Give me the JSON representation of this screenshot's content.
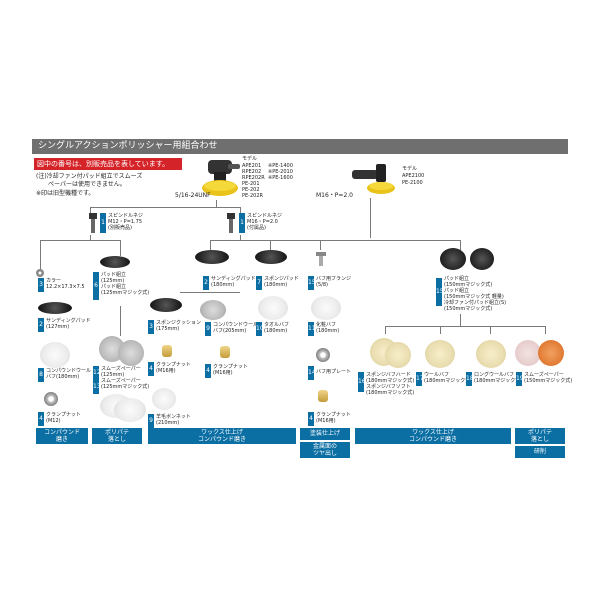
{
  "header": {
    "title": "シングルアクションポリッシャー用組合わせ",
    "red_note": "図中の番号は、別販売品を表しています。",
    "note1": "(注)冷却ファン付パッド組立でスムーズ",
    "note2": "ペーパーは使用できません。",
    "note3": "※印は旧型機種です。"
  },
  "models_left": {
    "label": "モデル",
    "col1": [
      "APE201",
      "RPE202",
      "RPE202R",
      "PE-201",
      "PE-202",
      "PE-202R"
    ],
    "col2": [
      "※PE-1400",
      "※PE-2010",
      "※PE-1600"
    ],
    "thread": "5/16-24UNF"
  },
  "models_right": {
    "label": "モデル",
    "list": [
      "APE2100",
      "PE-2100"
    ],
    "thread": "M16・P=2.0"
  },
  "spindle_left": {
    "num": "1",
    "title": "スピンドルネジ",
    "line2": "M12・P=1.75",
    "line3": "(別販売品)"
  },
  "spindle_right": {
    "num": "1",
    "title": "スピンドルネジ",
    "line2": "M16・P=2.0",
    "line3": "(付属品)"
  },
  "items": {
    "collar": {
      "num": "3",
      "l1": "カラー",
      "l2": "12.2×17.3×7.5"
    },
    "sanding_127": {
      "num": "2",
      "l1": "サンディングパッド",
      "l2": "(127mm)"
    },
    "compound_wool_180": {
      "num": "8",
      "l1": "コンパウンドウール",
      "l2": "バフ(180mm)"
    },
    "clamp_m12": {
      "num": "4",
      "l1": "クランプナット",
      "l2": "(M12)"
    },
    "pad_125": {
      "num": "6",
      "l1": "パッド組立",
      "l2": "(125mm)",
      "l3": "パッド組立",
      "l4": "(125mmマジック式)"
    },
    "smooth_paper_125": {
      "num": "12",
      "l1": "スムーズペーパー",
      "l2": "(125mm)",
      "l3": "スムーズペーパー",
      "l4": "(125mmマジック式)",
      "num2": "13"
    },
    "sanding_180": {
      "num": "2",
      "l1": "サンディングパッド",
      "l2": "(180mm)"
    },
    "sponge_cushion": {
      "num": "3",
      "l1": "スポンジクッション",
      "l2": "(175mm)"
    },
    "clamp_m16_a": {
      "num": "4",
      "l1": "クランプナット",
      "l2": "(M16用)"
    },
    "wool_bonnet": {
      "num": "9",
      "l1": "羊毛ボンネット",
      "l2": "(210mm)"
    },
    "sponge_pad": {
      "num": "7",
      "l1": "スポンジパッド",
      "l2": "(180mm)"
    },
    "compound_wool_205": {
      "num": "9",
      "l1": "コンパウンドウール",
      "l2": "バフ(205mm)"
    },
    "clamp_m16_b": {
      "num": "4",
      "l1": "クランプナット",
      "l2": "(M16用)"
    },
    "towel_buff": {
      "num": "10",
      "l1": "タオルバフ",
      "l2": "(180mm)"
    },
    "buff_flange": {
      "num": "15",
      "l1": "バフ用フランジ",
      "l2": "(5/8)"
    },
    "felt_buff": {
      "num": "11",
      "l1": "化粧バフ",
      "l2": "(180mm)"
    },
    "buff_plate": {
      "num": "14",
      "l1": "バフ用プレート"
    },
    "clamp_m16_c": {
      "num": "4",
      "l1": "クランプナット",
      "l2": "(M16用)"
    },
    "pad_150": {
      "num": "15",
      "l1": "パッド組立",
      "l2": "(150mmマジック式)",
      "l3": "パッド組立",
      "l4": "(150mmマジック式 軽量)",
      "l5": "冷却ファン付パッド組立(S)",
      "l6": "(150mmマジック式)"
    },
    "sponge_buff_hard": {
      "num": "16",
      "l1": "スポンジバフハード",
      "l2": "(180mmマジック式)",
      "l3": "スポンジバフソフト",
      "l4": "(180mmマジック式)"
    },
    "wool_buff": {
      "num": "17",
      "l1": "ウールバフ",
      "l2": "(180mmマジック式)"
    },
    "long_wool_buff": {
      "num": "18",
      "l1": "ロングウールバフ",
      "l2": "(180mmマジック式)"
    },
    "smooth_paper_150": {
      "num": "19",
      "l1": "スムーズペーパー",
      "l2": "(150mmマジック式)"
    }
  },
  "categories": {
    "c1": {
      "l1": "コンパウンド",
      "l2": "磨き"
    },
    "c2": {
      "l1": "ポリパテ",
      "l2": "落とし"
    },
    "c3": {
      "l1": "ワックス仕上げ",
      "l2": "コンパウンド磨き"
    },
    "c4": "塗装仕上げ",
    "c4b": {
      "l1": "金属面の",
      "l2": "ツヤ出し"
    },
    "c5": {
      "l1": "ワックス仕上げ",
      "l2": "コンパウンド磨き"
    },
    "c6": {
      "l1": "ポリパテ",
      "l2": "落とし"
    },
    "c6b": "研削"
  }
}
